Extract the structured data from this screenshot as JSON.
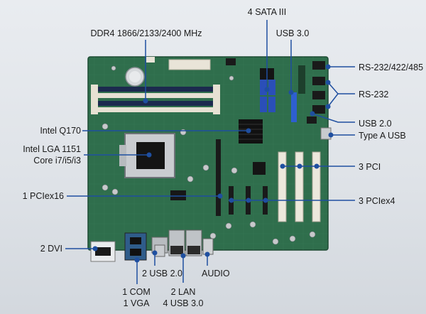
{
  "colors": {
    "background": "#e4e8ec",
    "pcb": "#2f6e4c",
    "pcb_dark": "#22553a",
    "leader": "#1f4fa0",
    "dimm": "#1c2a4e",
    "pci_slot": "#ece8dc",
    "pcie_slot": "#1a1a1a",
    "sata": "#2a4fb8",
    "usb_header": "#2e5fd0"
  },
  "callouts": {
    "ddr4": "DDR4 1866/2133/2400 MHz",
    "sata": "4 SATA III",
    "usb3_top": "USB 3.0",
    "rs232_422_485": "RS-232/422/485",
    "rs232": "RS-232",
    "usb2_right": "USB 2.0",
    "type_a_usb": "Type A USB",
    "q170": "Intel Q170",
    "lga1151": "Intel LGA 1151",
    "core": "Core i7/i5/i3",
    "pci": "3 PCI",
    "pciex16": "1 PCIex16",
    "pciex4": "3 PCIex4",
    "dvi": "2 DVI",
    "usb2_bottom": "2 USB 2.0",
    "audio": "AUDIO",
    "com": "1 COM",
    "vga": "1 VGA",
    "lan": "2 LAN",
    "usb3_bottom": "4 USB 3.0"
  }
}
